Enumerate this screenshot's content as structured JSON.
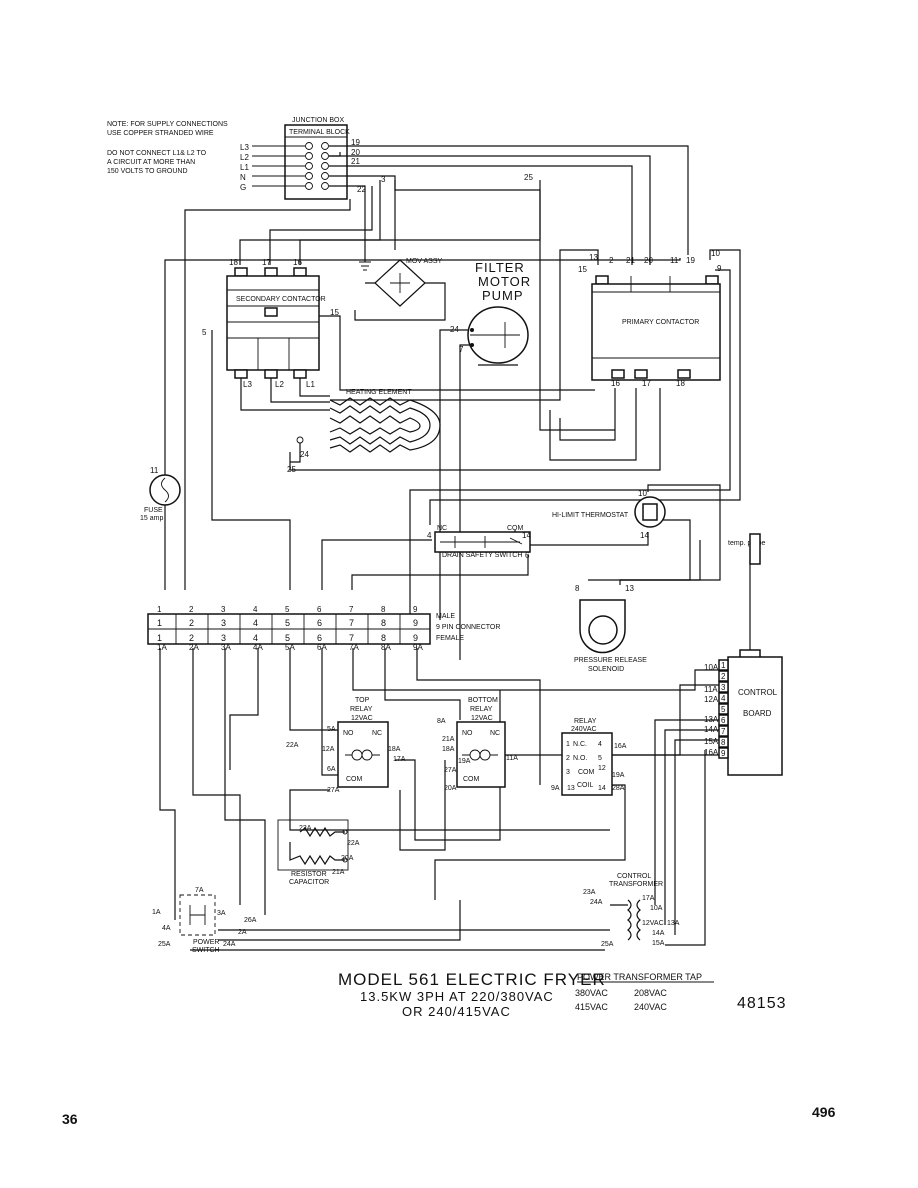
{
  "notes": {
    "line1": "NOTE: FOR SUPPLY CONNECTIONS",
    "line2": "USE COPPER STRANDED WIRE",
    "line3": "DO NOT CONNECT L1& L2 TO",
    "line4": "A CIRCUIT AT MORE THAN",
    "line5": "150 VOLTS TO GROUND"
  },
  "junction_box": {
    "title": "JUNCTION BOX",
    "block": "TERMINAL BLOCK",
    "inputs": [
      "L3",
      "L2",
      "L1",
      "N",
      "G"
    ],
    "wires": [
      "19",
      "20",
      "21",
      "3",
      "22"
    ]
  },
  "mov": "MOV ASSY",
  "filter_motor": {
    "line1": "FILTER",
    "line2": "MOTOR",
    "line3": "PUMP",
    "w1": "24",
    "w2": "7"
  },
  "secondary_contactor": {
    "label": "SECONDARY CONTACTOR",
    "top": [
      "18",
      "17",
      "16"
    ],
    "bottom": [
      "L3",
      "L2",
      "L1"
    ],
    "w15": "15",
    "w5": "5"
  },
  "primary_contactor": {
    "label": "PRIMARY CONTACTOR",
    "top": [
      "13",
      "2",
      "21",
      "20",
      "11",
      "19",
      "10",
      "9"
    ],
    "w15": "15",
    "bottom": [
      "16",
      "17",
      "18"
    ]
  },
  "heating": {
    "label": "HEATING ELEMENT",
    "w24": "24",
    "w25": "25"
  },
  "wire25": "25",
  "fuse": {
    "num": "11",
    "label1": "FUSE",
    "label2": "15 amp"
  },
  "hilimit": {
    "label": "HI-LIMIT THERMOSTAT",
    "w10": "10",
    "w14": "14"
  },
  "drain": {
    "label": "DRAIN SAFETY SWITCH",
    "nc": "NC",
    "com": "COM",
    "w4": "4",
    "w14": "14",
    "w6": "6"
  },
  "probe": "temp. probe",
  "connector": {
    "male": "MALE",
    "name": "9 PIN CONNECTOR",
    "female": "FEMALE",
    "pins": [
      "1",
      "2",
      "3",
      "4",
      "5",
      "6",
      "7",
      "8",
      "9"
    ],
    "bottom": [
      "1A",
      "2A",
      "3A",
      "4A",
      "5A",
      "6A",
      "7A",
      "8A",
      "9A"
    ]
  },
  "solenoid": {
    "label1": "PRESSURE RELEASE",
    "label2": "SOLENOID",
    "w8": "8",
    "w13": "13"
  },
  "control_board": {
    "label1": "CONTROL",
    "label2": "BOARD",
    "pins": [
      "1",
      "2",
      "3",
      "4",
      "5",
      "6",
      "7",
      "8",
      "9"
    ],
    "wires": [
      "10A",
      "11A",
      "12A",
      "13A",
      "14A",
      "15A",
      "16A"
    ]
  },
  "top_relay": {
    "title": "TOP",
    "title2": "RELAY",
    "volt": "12VAC",
    "no": "NO",
    "nc": "NC",
    "com": "COM",
    "w": [
      "5A",
      "22A",
      "12A",
      "6A",
      "27A",
      "18A",
      "17A"
    ]
  },
  "bottom_relay": {
    "title": "BOTTOM",
    "title2": "RELAY",
    "volt": "12VAC",
    "no": "NO",
    "nc": "NC",
    "com": "COM",
    "w": [
      "8A",
      "21A",
      "18A",
      "19A",
      "27A",
      "20A",
      "11A"
    ]
  },
  "relay240": {
    "title": "RELAY",
    "volt": "240VAC",
    "nc": "N.C.",
    "no": "N.O.",
    "com": "COM",
    "coil": "COIL",
    "n1": "1",
    "n2": "2",
    "n3": "3",
    "n4": "4",
    "n5": "5",
    "n12": "12",
    "n13": "13",
    "n14": "14",
    "w": [
      "16A",
      "19A",
      "9A",
      "28A"
    ]
  },
  "resistor": {
    "label1": "RESISTOR",
    "label2": "CAPACITOR",
    "w": [
      "23A",
      "22A",
      "20A",
      "21A"
    ]
  },
  "transformer": {
    "label1": "CONTROL",
    "label2": "TRANSFORMER",
    "w": [
      "23A",
      "24A",
      "25A",
      "17A",
      "10A",
      "12VAC",
      "13A",
      "14A",
      "15A"
    ]
  },
  "power_switch": {
    "label1": "POWER",
    "label2": "SWITCH",
    "w": [
      "7A",
      "1A",
      "3A",
      "4A",
      "26A",
      "2A",
      "25A",
      "24A"
    ]
  },
  "title": {
    "line1": "MODEL 561 ELECTRIC FRYER",
    "line2": "13.5KW 3PH AT 220/380VAC",
    "line3": "OR 240/415VAC"
  },
  "tap": {
    "header": "POWER TRANSFORMER TAP",
    "r1a": "380VAC",
    "r1b": "208VAC",
    "r2a": "415VAC",
    "r2b": "240VAC"
  },
  "drawing_no": "48153",
  "page_left": "36",
  "page_right": "496"
}
